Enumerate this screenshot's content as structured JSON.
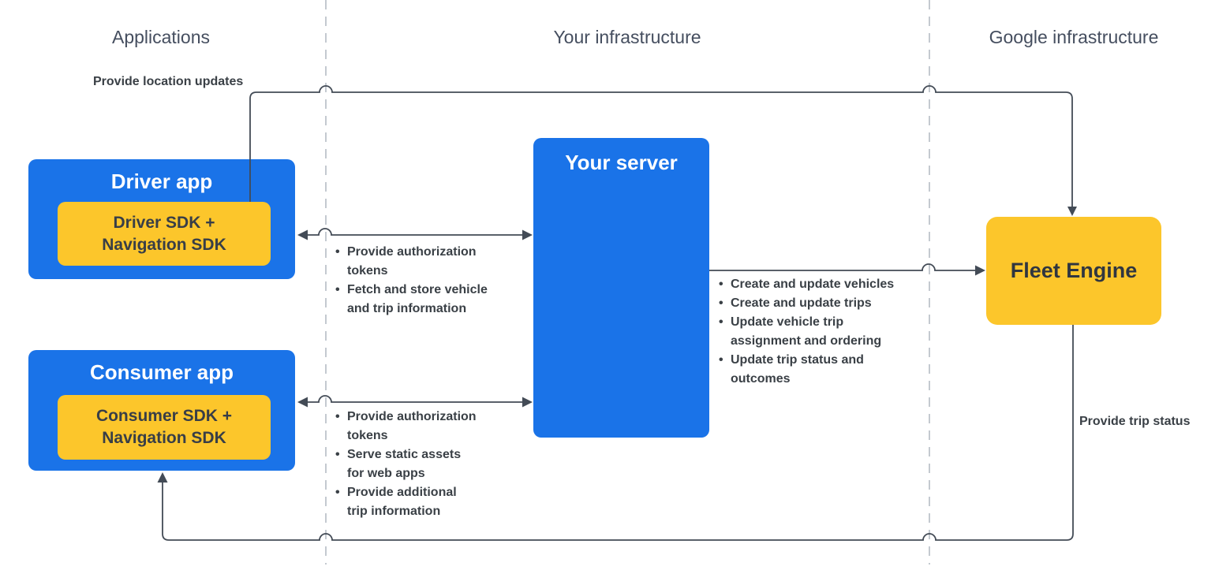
{
  "lanes": {
    "applications": "Applications",
    "your_infrastructure": "Your infrastructure",
    "google_infrastructure": "Google infrastructure"
  },
  "nodes": {
    "driver_app": {
      "title": "Driver app",
      "sdk": "Driver SDK +\nNavigation SDK"
    },
    "consumer_app": {
      "title": "Consumer app",
      "sdk": "Consumer SDK +\nNavigation SDK"
    },
    "your_server": {
      "title": "Your server"
    },
    "fleet_engine": {
      "title": "Fleet Engine"
    }
  },
  "edges": {
    "location_updates": {
      "label": "Provide location updates"
    },
    "trip_status": {
      "label": "Provide trip status"
    },
    "driver_server": {
      "items": [
        "Provide authorization\ntokens",
        "Fetch and store vehicle\nand trip information"
      ]
    },
    "consumer_server": {
      "items": [
        "Provide authorization\ntokens",
        "Serve static assets\nfor web apps",
        "Provide additional\ntrip information"
      ]
    },
    "server_fleet": {
      "items": [
        "Create and update vehicles",
        "Create and update trips",
        "Update vehicle trip\nassignment and ordering",
        "Update trip status and\noutcomes"
      ]
    }
  },
  "colors": {
    "blue": "#1A73E8",
    "yellow": "#FCC62B",
    "arrow": "#434B56",
    "dashed": "#B6BCC4",
    "text-dark": "#3A4046",
    "sdk-text": "#383E47",
    "header-text": "#454E5F",
    "fleet-text": "#303640"
  }
}
